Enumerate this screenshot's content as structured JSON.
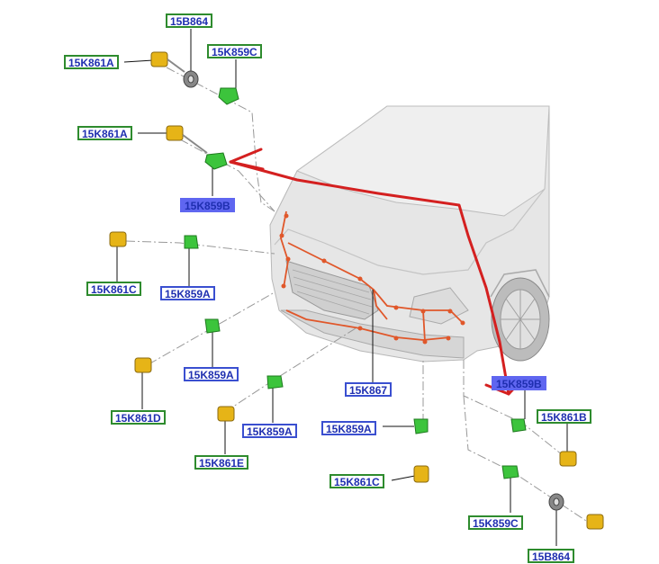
{
  "labels": {
    "p15b864_top": "15B864",
    "p15k859c_top": "15K859C",
    "p15k861a_1": "15K861A",
    "p15k861a_2": "15K861A",
    "p15k859b_left": "15K859B",
    "p15k861c_left": "15K861C",
    "p15k859a_1": "15K859A",
    "p15k859a_2": "15K859A",
    "p15k861d": "15K861D",
    "p15k867": "15K867",
    "p15k859a_3": "15K859A",
    "p15k859a_4": "15K859A",
    "p15k861e": "15K861E",
    "p15k861c_right": "15K861C",
    "p15k859b_right": "15K859B",
    "p15k861b": "15K861B",
    "p15k859c_bottom": "15K859C",
    "p15b864_bottom": "15B864"
  },
  "colors": {
    "green_border": "#2e8b2e",
    "blue_border": "#3a4fd0",
    "highlight": "#5f66f0",
    "label_text": "#1f2fb0",
    "red_annotation": "#d42020",
    "sensor_yellow": "#e6b417",
    "clip_green": "#3cc43c",
    "car_body": "#e4e4e4"
  }
}
